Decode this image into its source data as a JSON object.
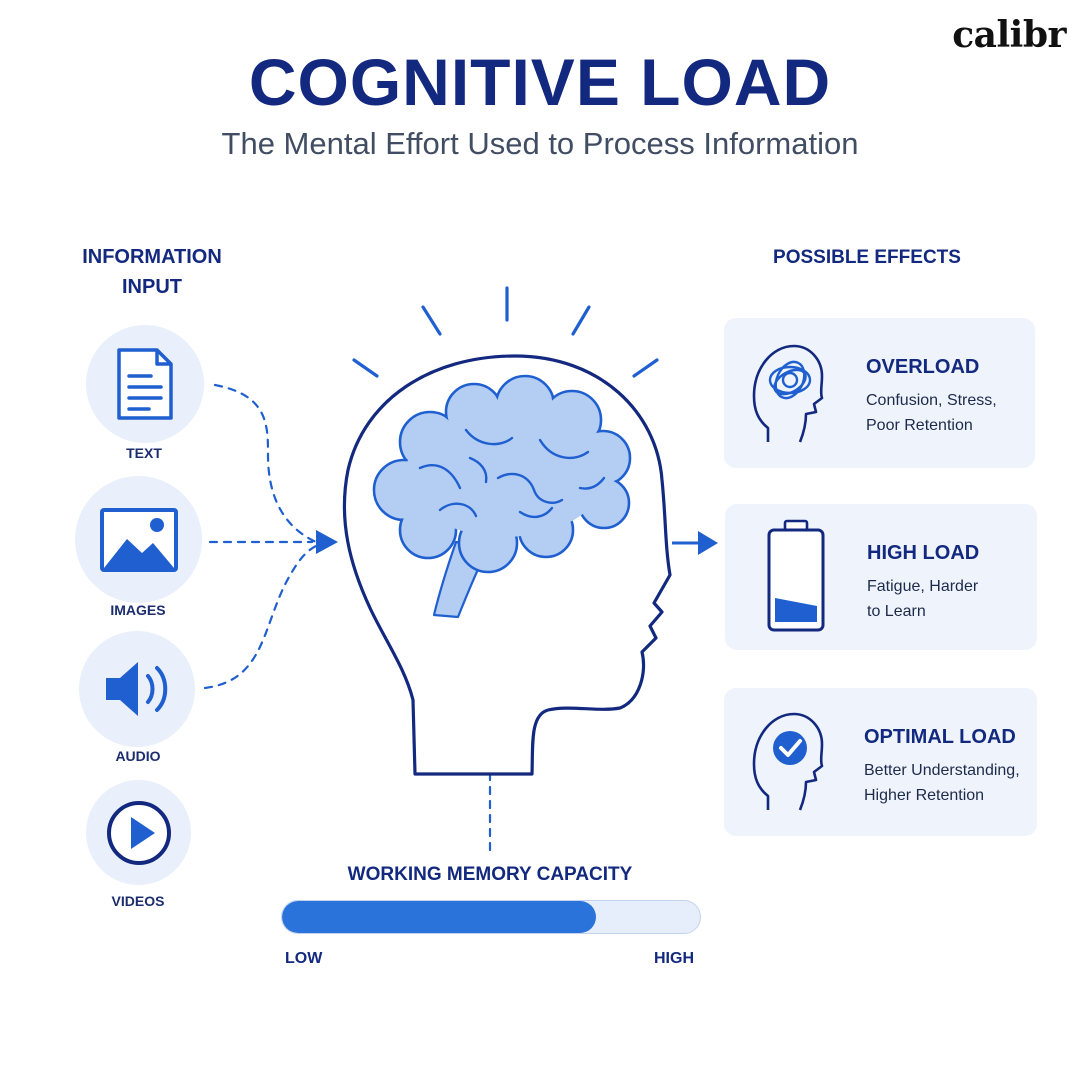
{
  "brand": "calibr",
  "title": "COGNITIVE LOAD",
  "subtitle": "The Mental Effort Used to Process Information",
  "inputs": {
    "heading": "INFORMATION\nINPUT",
    "items": [
      {
        "label": "TEXT",
        "icon": "document-icon"
      },
      {
        "label": "IMAGES",
        "icon": "image-icon"
      },
      {
        "label": "AUDIO",
        "icon": "speaker-icon"
      },
      {
        "label": "VIDEOS",
        "icon": "play-icon"
      }
    ]
  },
  "effects": {
    "heading": "POSSIBLE EFFECTS",
    "items": [
      {
        "title": "OVERLOAD",
        "description": "Confusion, Stress,\nPoor Retention",
        "icon": "tangled-head-icon"
      },
      {
        "title": "HIGH LOAD",
        "description": "Fatigue, Harder\nto Learn",
        "icon": "low-battery-icon"
      },
      {
        "title": "OPTIMAL LOAD",
        "description": "Better Understanding,\nHigher Retention",
        "icon": "checkmark-head-icon"
      }
    ]
  },
  "capacity": {
    "label": "WORKING MEMORY CAPACITY",
    "low_label": "LOW",
    "high_label": "HIGH",
    "level": 0.75
  },
  "colors": {
    "navy": "#13297f",
    "accent": "#1f5fd0",
    "brain_fill": "#b3cdf3",
    "card_bg": "#eef3fc"
  }
}
